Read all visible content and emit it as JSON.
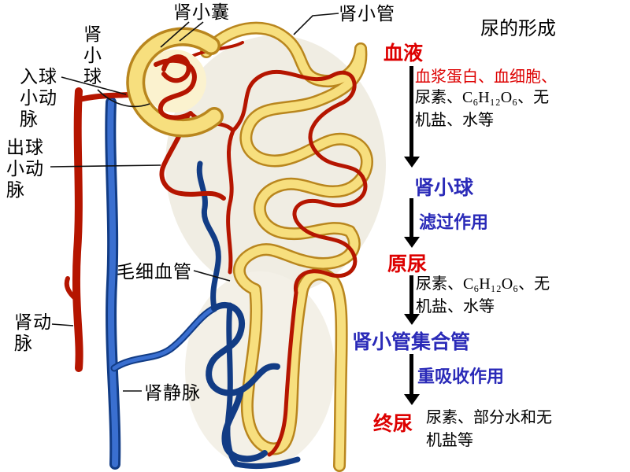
{
  "colors": {
    "red": "#dd0000",
    "blue": "#2a2ab8",
    "black": "#000000",
    "tubule_yellow": "#f7df7e",
    "artery_red": "#b51500",
    "vein_blue": "#3a6fd0"
  },
  "diagram": {
    "labels": {
      "capsule": "肾小囊",
      "tubule": "肾小管",
      "glomerulus": "肾\n小\n球",
      "afferent_arteriole": "入球\n小动\n脉",
      "efferent_arteriole": "出球\n小动\n脉",
      "capillaries": "毛细血管",
      "renal_artery": "肾动\n脉",
      "renal_vein": "肾静脉"
    }
  },
  "flowchart": {
    "title": "尿的形成",
    "blood": "血液",
    "blood_components_red": "血浆蛋白、血细胞、",
    "blood_components_black": "尿素、C₆H₁₂O₆、无\n机盐、水等",
    "glomerulus": "肾小球",
    "filtration": "滤过作用",
    "primary_urine": "原尿",
    "primary_urine_components": "尿素、C₆H₁₂O₆、无\n机盐、水等",
    "tubule_duct": "肾小管集合管",
    "reabsorption": "重吸收作用",
    "final_urine": "终尿",
    "final_urine_components": "尿素、部分水和无\n机盐等"
  }
}
